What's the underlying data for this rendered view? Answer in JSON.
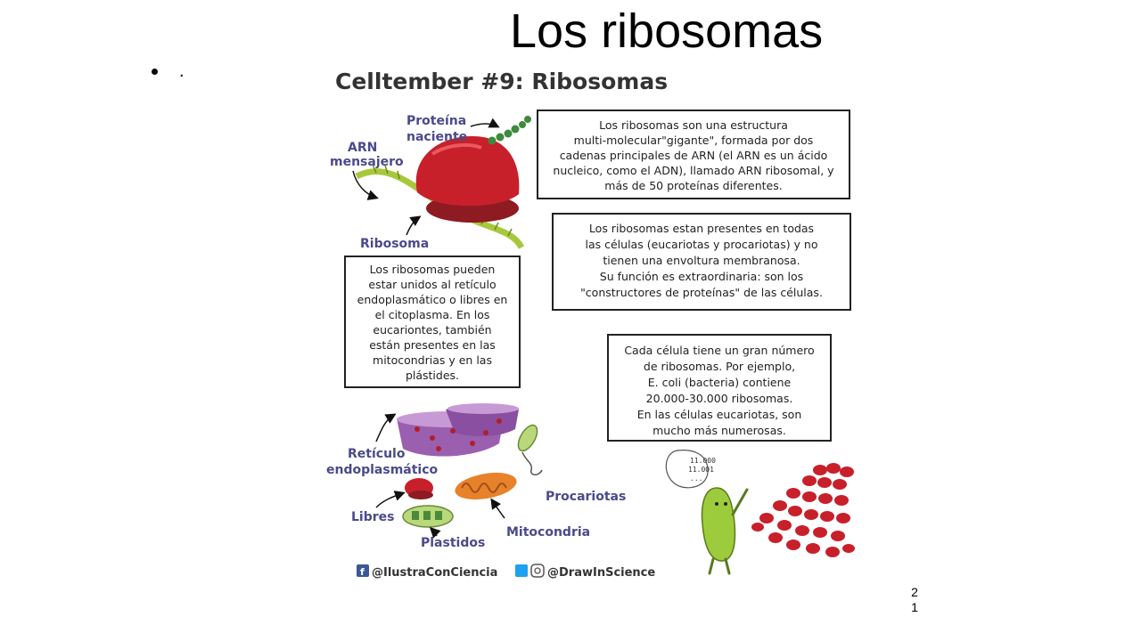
{
  "slide": {
    "title": "Los ribosomas",
    "bullet_text": ".",
    "page_number": "21"
  },
  "infographic": {
    "heading": "Celltember #9: Ribosomas",
    "diagram_labels": {
      "nascent_protein": [
        "Proteína",
        "naciente"
      ],
      "mrna": [
        "ARN",
        "mensajero"
      ],
      "ribosome": "Ribosoma"
    },
    "box_structure": [
      "Los ribosomas son una estructura",
      "multi-molecular\"gigante\", formada por dos",
      "cadenas principales de ARN (el ARN es un ácido",
      "nucleico, como el ADN), llamado ARN ribosomal, y",
      "más de 50 proteínas diferentes."
    ],
    "box_presence": [
      "Los ribosomas estan presentes en todas",
      "las células (eucariotas y procariotas) y no",
      "tienen una envoltura membranosa.",
      "Su función es extraordinaria: son los",
      "\"constructores de proteínas\" de las células."
    ],
    "box_location": [
      "Los ribosomas pueden",
      "estar unidos al retículo",
      "endoplasmático o libres en",
      "el citoplasma. En los",
      "eucariontes, también",
      "están presentes en las",
      "mitocondrias y en las",
      "plástides."
    ],
    "box_number": [
      "Cada célula tiene un gran número",
      "de ribosomas. Por ejemplo,",
      "E. coli (bacteria) contiene",
      "20.000-30.000 ribosomas.",
      "En las células eucariotas, son",
      "mucho más numerosas."
    ],
    "location_labels": {
      "er": [
        "Retículo",
        "endoplasmático"
      ],
      "free": "Libres",
      "plastids": "Plastidos",
      "mitochondria": "Mitocondria",
      "prokaryotes": "Procariotas"
    },
    "speech_bubble": [
      "11.000",
      "11.001",
      "..."
    ],
    "credits": {
      "facebook": "@IlustraConCiencia",
      "twitter_instagram": "@DrawInScience"
    }
  },
  "colors": {
    "ribosome_red": "#c8202a",
    "er_purple": "#9b5fb0",
    "mrna_green": "#a8c83c",
    "mito_orange": "#e8822a",
    "character_green": "#9ccc3c",
    "label_blue": "#4a4a8c"
  }
}
